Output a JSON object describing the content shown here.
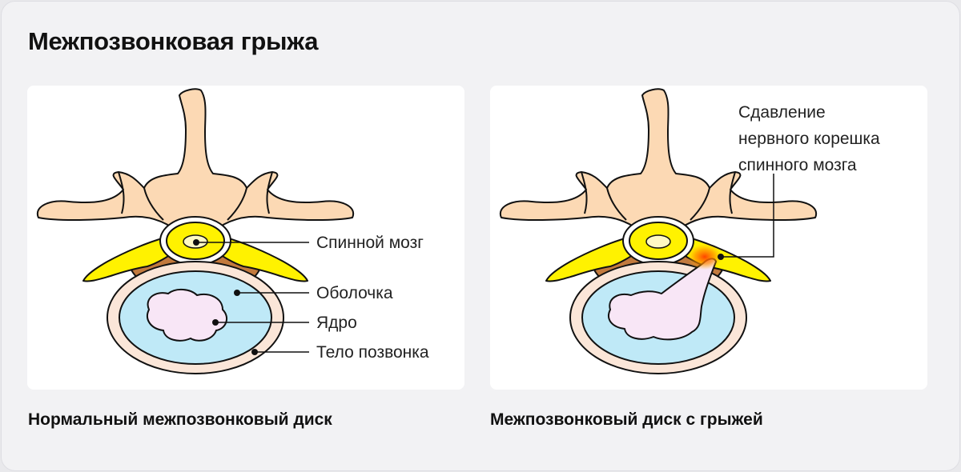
{
  "title": "Межпозвонковая грыжа",
  "normal": {
    "caption": "Нормальный межпозвонковый диск",
    "labels": {
      "spinal_cord": "Спинной мозг",
      "annulus": "Оболочка",
      "nucleus": "Ядро",
      "vertebral_body": "Тело позвонка"
    }
  },
  "herniated": {
    "caption": "Межпозвонковый диск с грыжей",
    "compression_label": [
      "Сдавление",
      "нервного корешка",
      "спинного мозга"
    ]
  },
  "colors": {
    "bone": "#fcd9b4",
    "disc_ring": "#fbe6d8",
    "annulus": "#bfe9f7",
    "nucleus": "#f8e6f6",
    "nerve": "#fff200",
    "ligament": "#c27a3e",
    "pain": "#ff6a00"
  }
}
